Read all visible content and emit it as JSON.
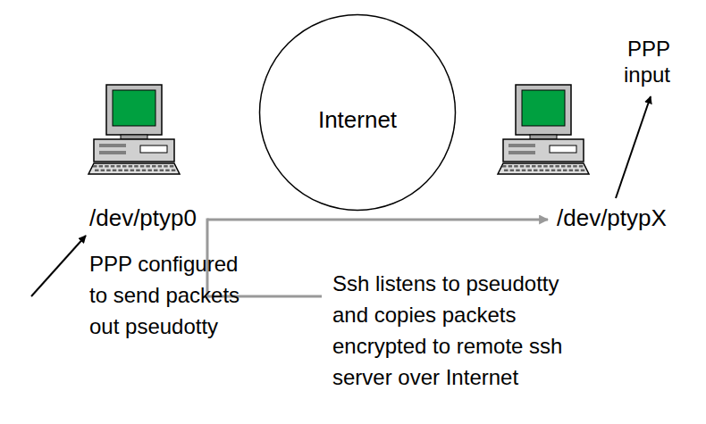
{
  "diagram": {
    "nodes": [
      {
        "text": [
          "Internet"
        ]
      }
    ],
    "labels": [
      "PPP input",
      "/dev/ptyp0",
      "/dev/ptypX",
      "Ssh listens to pseudotty and copies packets encrypted to remote ssh server over Internet",
      "PPP configured to send packets out pseudotty"
    ]
  }
}
